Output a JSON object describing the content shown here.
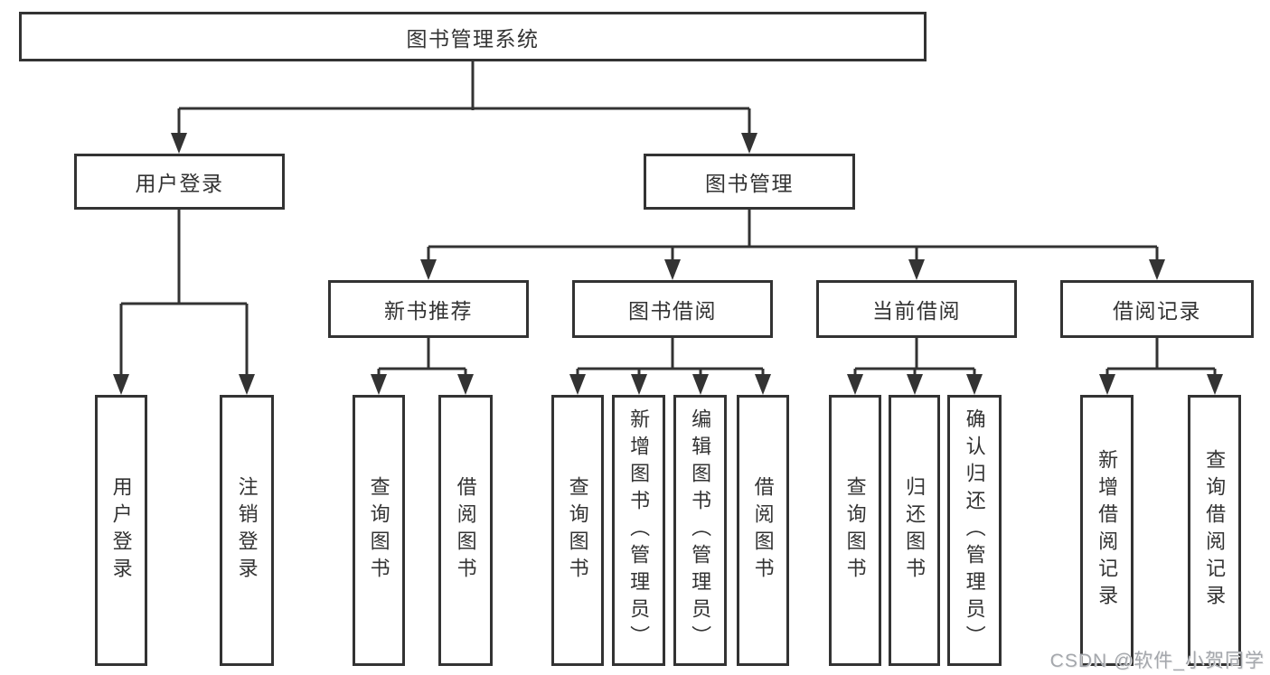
{
  "tree": {
    "label": "图书管理系统",
    "children": [
      {
        "label": "用户登录",
        "children": [
          {
            "label": "用户登录"
          },
          {
            "label": "注销登录"
          }
        ]
      },
      {
        "label": "图书管理",
        "children": [
          {
            "label": "新书推荐",
            "children": [
              {
                "label": "查询图书"
              },
              {
                "label": "借阅图书"
              }
            ]
          },
          {
            "label": "图书借阅",
            "children": [
              {
                "label": "查询图书"
              },
              {
                "label": "新增图书（管理员）"
              },
              {
                "label": "编辑图书（管理员）"
              },
              {
                "label": "借阅图书"
              }
            ]
          },
          {
            "label": "当前借阅",
            "children": [
              {
                "label": "查询图书"
              },
              {
                "label": "归还图书"
              },
              {
                "label": "确认归还（管理员）"
              }
            ]
          },
          {
            "label": "借阅记录",
            "children": [
              {
                "label": "新增借阅记录"
              },
              {
                "label": "查询借阅记录"
              }
            ]
          }
        ]
      }
    ]
  },
  "watermark": {
    "text": "CSDN @软件_小贺同学"
  },
  "colors": {
    "line": "#333333",
    "text": "#333333",
    "box_background": "#ffffff",
    "page_background": "#ffffff",
    "watermark": "#a4a7ac"
  }
}
